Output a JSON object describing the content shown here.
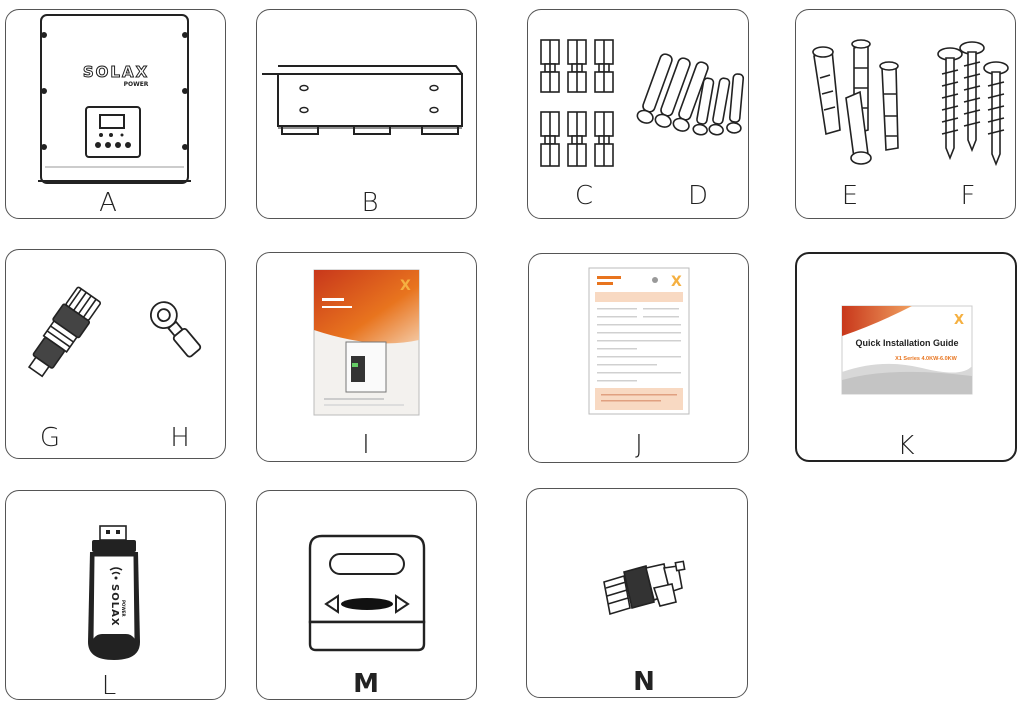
{
  "labels": {
    "A": "A",
    "B": "B",
    "C": "C",
    "D": "D",
    "E": "E",
    "F": "F",
    "G": "G",
    "H": "H",
    "I": "I",
    "J": "J",
    "K": "K",
    "L": "L",
    "M": "M",
    "N": "N"
  },
  "inverter": {
    "brand": "SOLAX",
    "sub": "POWER"
  },
  "guide": {
    "title": "Quick Installation Guide",
    "subtitle": "X1 Series 4.0KW-6.0KW"
  },
  "dongle": {
    "brand": "SOLAX",
    "sub": "POWER"
  },
  "colors": {
    "accent": "#e8741e",
    "stroke": "#222222"
  }
}
